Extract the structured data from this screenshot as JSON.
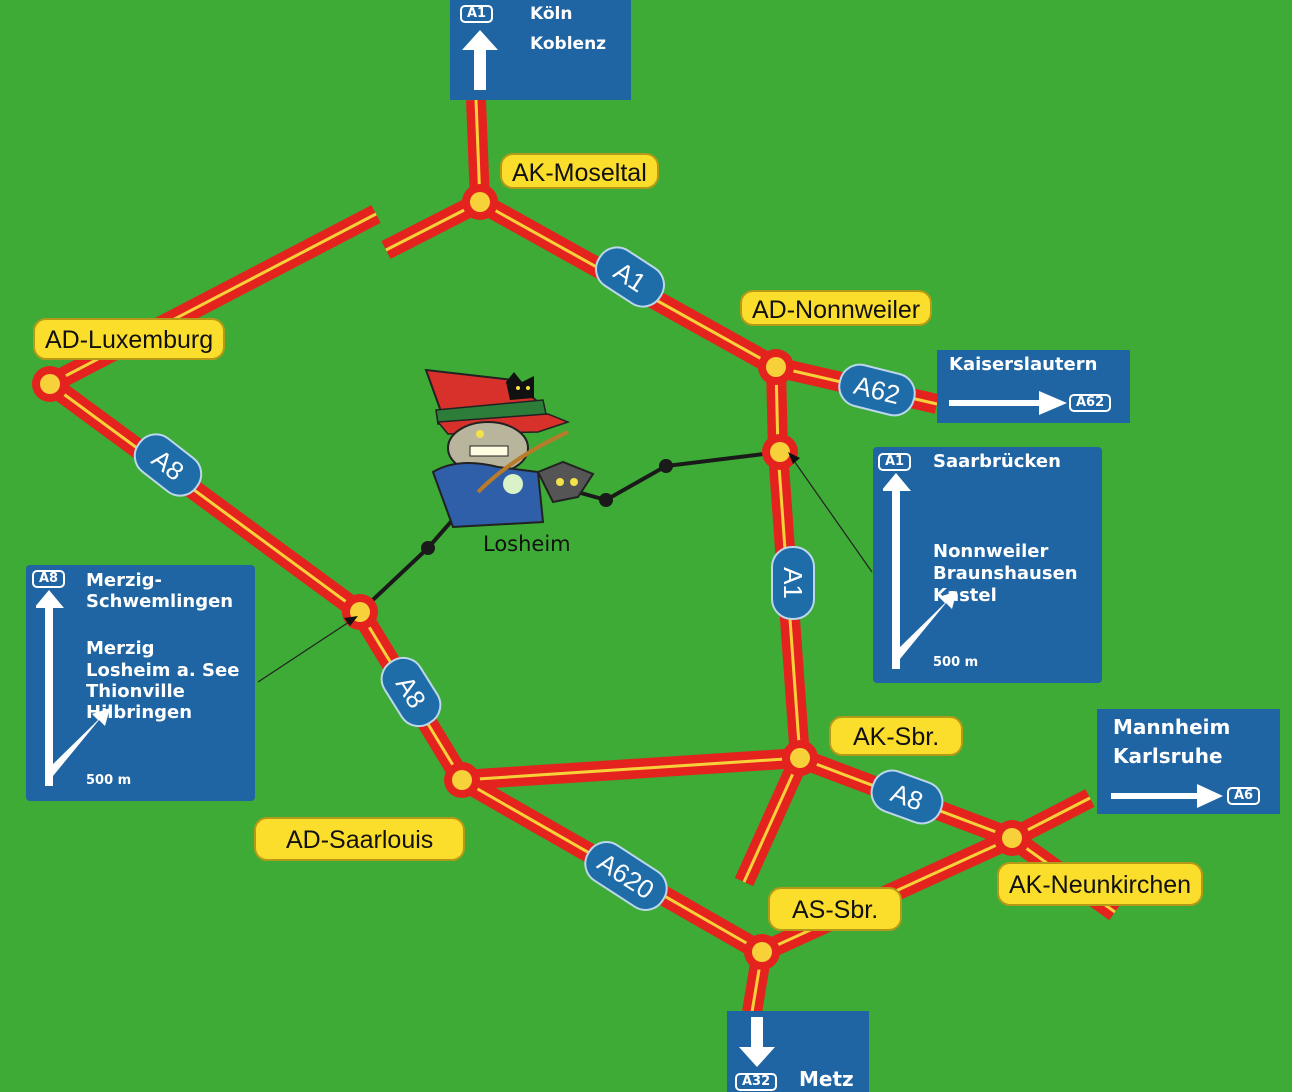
{
  "map": {
    "background_color": "#3dab35",
    "road_color": "#e4231f",
    "road_center_color": "#f7d13a",
    "sign_color": "#1f64a3",
    "label_color": "#fbdd2c"
  },
  "junctions": {
    "ak_moseltal": "AK-Moseltal",
    "ad_nonnweiler": "AD-Nonnweiler",
    "ad_luxemburg": "AD-Luxemburg",
    "ak_sbr": "AK-Sbr.",
    "ad_saarlouis": "AD-Saarlouis",
    "as_sbr": "AS-Sbr.",
    "ak_neunkirchen": "AK-Neunkirchen"
  },
  "shields": {
    "a1_north": "A1",
    "a62": "A62",
    "a8_west": "A8",
    "a1_east": "A1",
    "a8_south": "A8",
    "a8_east": "A8",
    "a620": "A620"
  },
  "town": {
    "name": "Losheim",
    "mascot": "witch-with-cat-and-bat"
  },
  "signs": {
    "north": {
      "badge": "A1",
      "lines": [
        "Köln",
        "Koblenz"
      ],
      "arrow": "up"
    },
    "kaiserslautern": {
      "line": "Kaiserslautern",
      "badge": "A62",
      "arrow": "right"
    },
    "saarbruecken": {
      "badge": "A1",
      "straight": "Saarbrücken",
      "exit_lines": [
        "Nonnweiler",
        "Braunshausen",
        "Kastel"
      ],
      "distance": "500 m"
    },
    "merzig": {
      "badge": "A8",
      "straight_lines": [
        "Merzig-",
        "Schwemlingen"
      ],
      "exit_lines": [
        "Merzig",
        "Losheim a. See",
        "Thionville",
        "Hilbringen"
      ],
      "distance": "500 m"
    },
    "mannheim": {
      "lines": [
        "Mannheim",
        "Karlsruhe"
      ],
      "badge": "A6",
      "arrow": "right"
    },
    "metz": {
      "badge": "A32",
      "line": "Metz",
      "arrow": "down"
    }
  }
}
